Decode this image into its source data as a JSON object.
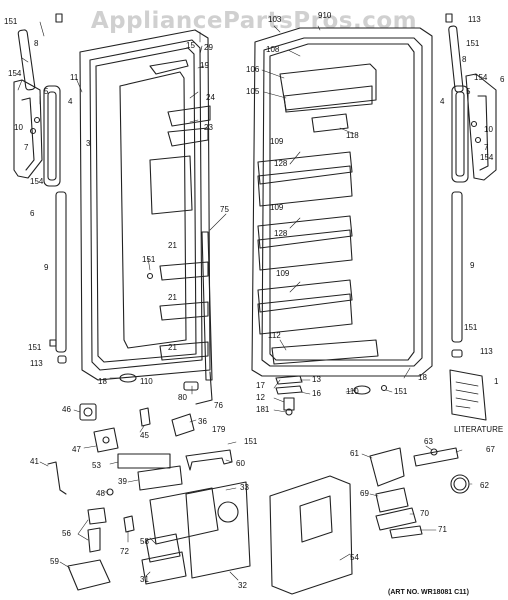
{
  "watermark": "AppliancePartsPros.com",
  "literature_label": "LITERATURE",
  "art_number": "(ART NO. WR18081 C11)",
  "callouts": [
    {
      "id": "c151a",
      "text": "151"
    },
    {
      "id": "c8a",
      "text": "8"
    },
    {
      "id": "c11",
      "text": "11"
    },
    {
      "id": "c154a",
      "text": "154"
    },
    {
      "id": "c5a",
      "text": "5"
    },
    {
      "id": "c4a",
      "text": "4"
    },
    {
      "id": "c10a",
      "text": "10"
    },
    {
      "id": "c3",
      "text": "3"
    },
    {
      "id": "c7a",
      "text": "7"
    },
    {
      "id": "c154b",
      "text": "154"
    },
    {
      "id": "c6a",
      "text": "6"
    },
    {
      "id": "c9a",
      "text": "9"
    },
    {
      "id": "c151b",
      "text": "151"
    },
    {
      "id": "c113a",
      "text": "113"
    },
    {
      "id": "c18a",
      "text": "18"
    },
    {
      "id": "c110a",
      "text": "110"
    },
    {
      "id": "c80",
      "text": "80"
    },
    {
      "id": "c76",
      "text": "76"
    },
    {
      "id": "c15",
      "text": "15"
    },
    {
      "id": "c29",
      "text": "29"
    },
    {
      "id": "c19",
      "text": "19"
    },
    {
      "id": "c24",
      "text": "24"
    },
    {
      "id": "c23",
      "text": "23"
    },
    {
      "id": "c75",
      "text": "75"
    },
    {
      "id": "c151c",
      "text": "151"
    },
    {
      "id": "c21a",
      "text": "21"
    },
    {
      "id": "c21b",
      "text": "21"
    },
    {
      "id": "c21c",
      "text": "21"
    },
    {
      "id": "c103",
      "text": "103"
    },
    {
      "id": "c910",
      "text": "910"
    },
    {
      "id": "c108",
      "text": "108"
    },
    {
      "id": "c106",
      "text": "106"
    },
    {
      "id": "c105",
      "text": "105"
    },
    {
      "id": "c118",
      "text": "118"
    },
    {
      "id": "c109a",
      "text": "109"
    },
    {
      "id": "c128a",
      "text": "128"
    },
    {
      "id": "c109b",
      "text": "109"
    },
    {
      "id": "c128b",
      "text": "128"
    },
    {
      "id": "c109c",
      "text": "109"
    },
    {
      "id": "c112",
      "text": "112"
    },
    {
      "id": "c18b",
      "text": "18"
    },
    {
      "id": "c110b",
      "text": "110"
    },
    {
      "id": "c151d",
      "text": "151"
    },
    {
      "id": "c113b",
      "text": "113"
    },
    {
      "id": "c151e",
      "text": "151"
    },
    {
      "id": "c8b",
      "text": "8"
    },
    {
      "id": "c154c",
      "text": "154"
    },
    {
      "id": "c6b",
      "text": "6"
    },
    {
      "id": "c5b",
      "text": "5"
    },
    {
      "id": "c4b",
      "text": "4"
    },
    {
      "id": "c10b",
      "text": "10"
    },
    {
      "id": "c7b",
      "text": "7"
    },
    {
      "id": "c154d",
      "text": "154"
    },
    {
      "id": "c9b",
      "text": "9"
    },
    {
      "id": "c151f",
      "text": "151"
    },
    {
      "id": "c113c",
      "text": "113"
    },
    {
      "id": "c1",
      "text": "1"
    },
    {
      "id": "c17",
      "text": "17"
    },
    {
      "id": "c13",
      "text": "13"
    },
    {
      "id": "c16",
      "text": "16"
    },
    {
      "id": "c12",
      "text": "12"
    },
    {
      "id": "c181",
      "text": "181"
    },
    {
      "id": "c46",
      "text": "46"
    },
    {
      "id": "c45",
      "text": "45"
    },
    {
      "id": "c36",
      "text": "36"
    },
    {
      "id": "c179",
      "text": "179"
    },
    {
      "id": "c151g",
      "text": "151"
    },
    {
      "id": "c47",
      "text": "47"
    },
    {
      "id": "c60",
      "text": "60"
    },
    {
      "id": "c41",
      "text": "41"
    },
    {
      "id": "c53",
      "text": "53"
    },
    {
      "id": "c39",
      "text": "39"
    },
    {
      "id": "c33",
      "text": "33"
    },
    {
      "id": "c48",
      "text": "48"
    },
    {
      "id": "c56",
      "text": "56"
    },
    {
      "id": "c58",
      "text": "58"
    },
    {
      "id": "c72",
      "text": "72"
    },
    {
      "id": "c59",
      "text": "59"
    },
    {
      "id": "c31",
      "text": "31"
    },
    {
      "id": "c32",
      "text": "32"
    },
    {
      "id": "c54",
      "text": "54"
    },
    {
      "id": "c61",
      "text": "61"
    },
    {
      "id": "c63",
      "text": "63"
    },
    {
      "id": "c67",
      "text": "67"
    },
    {
      "id": "c62",
      "text": "62"
    },
    {
      "id": "c69",
      "text": "69"
    },
    {
      "id": "c70",
      "text": "70"
    },
    {
      "id": "c71",
      "text": "71"
    }
  ]
}
